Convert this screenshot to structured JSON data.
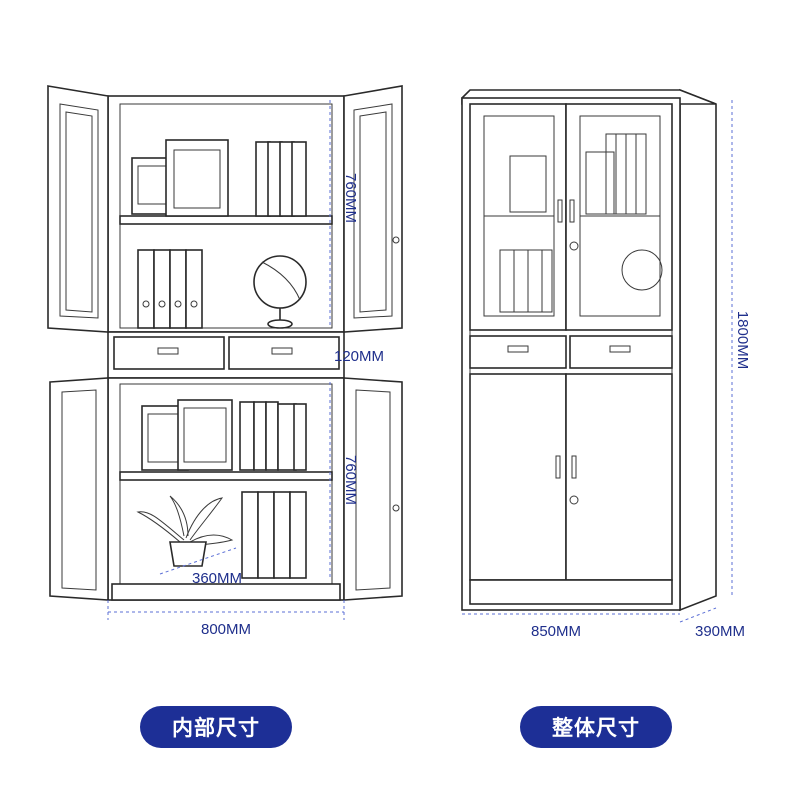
{
  "left_view": {
    "dims": {
      "upper_height": "760MM",
      "drawer_height": "120MM",
      "lower_height": "760MM",
      "depth": "360MM",
      "width": "800MM"
    },
    "caption": "内部尺寸"
  },
  "right_view": {
    "dims": {
      "height": "1800MM",
      "width": "850MM",
      "depth": "390MM"
    },
    "caption": "整体尺寸"
  },
  "colors": {
    "accent": "#1d2f96",
    "dimension_text": "#1f2f8c",
    "guide": "#5b6fd6",
    "line": "#2a2a2a"
  }
}
